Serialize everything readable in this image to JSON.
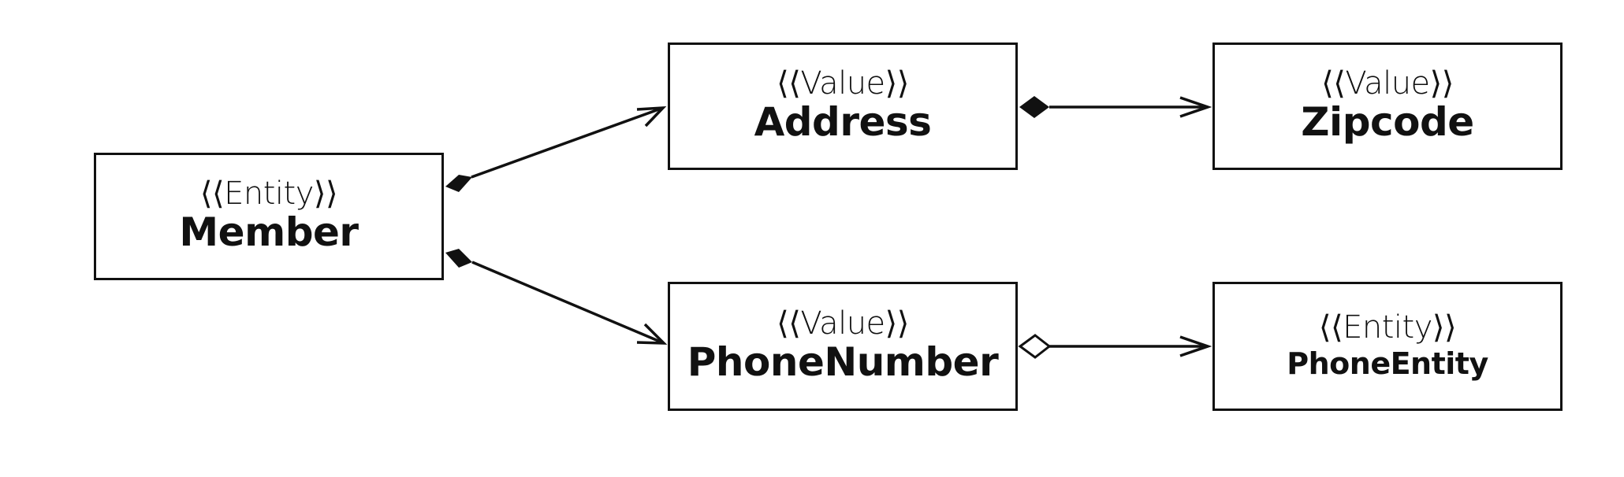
{
  "diagram": {
    "nodes": {
      "member": {
        "stereotype": "⟨⟨Entity⟩⟩",
        "name": "Member"
      },
      "address": {
        "stereotype": "⟨⟨Value⟩⟩",
        "name": "Address"
      },
      "phonenumber": {
        "stereotype": "⟨⟨Value⟩⟩",
        "name": "PhoneNumber"
      },
      "zipcode": {
        "stereotype": "⟨⟨Value⟩⟩",
        "name": "Zipcode"
      },
      "phoneentity": {
        "stereotype": "⟨⟨Entity⟩⟩",
        "name": "PhoneEntity"
      }
    },
    "edges": [
      {
        "from": "member",
        "to": "address",
        "kind": "composition"
      },
      {
        "from": "member",
        "to": "phonenumber",
        "kind": "composition"
      },
      {
        "from": "address",
        "to": "zipcode",
        "kind": "composition"
      },
      {
        "from": "phonenumber",
        "to": "phoneentity",
        "kind": "aggregation"
      }
    ],
    "colors": {
      "stroke": "#111111",
      "background": "#ffffff"
    }
  }
}
